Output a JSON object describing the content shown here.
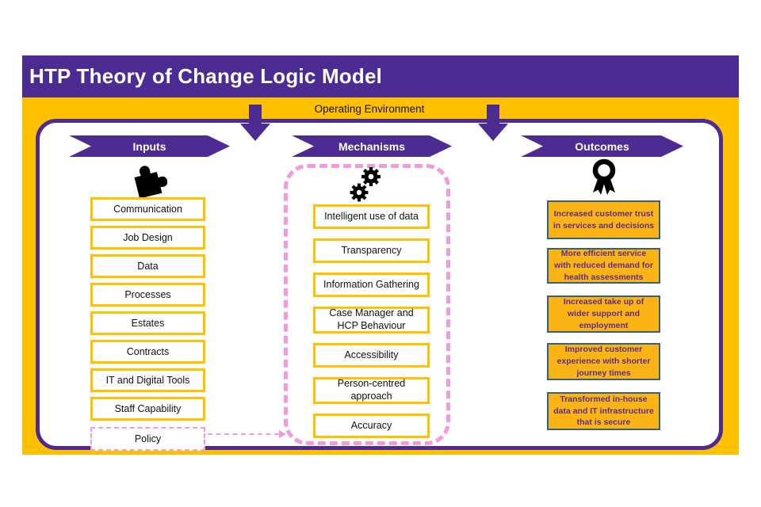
{
  "title": "HTP Theory of Change Logic Model",
  "operating_environment_label": "Operating Environment",
  "colors": {
    "purple": "#4C2C92",
    "gold": "#FFC000",
    "outcome_fill": "#FBB414",
    "outcome_border": "#33617F",
    "outcome_text": "#5C2D91",
    "pink_dashed": "#F29BDB",
    "box_text": "#111111",
    "title_text": "#FFFFFF"
  },
  "columns": [
    {
      "id": "inputs",
      "header": "Inputs",
      "icon": "puzzle-icon",
      "items": [
        {
          "label": "Communication"
        },
        {
          "label": "Job Design"
        },
        {
          "label": "Data"
        },
        {
          "label": "Processes"
        },
        {
          "label": "Estates"
        },
        {
          "label": "Contracts"
        },
        {
          "label": "IT and Digital Tools"
        },
        {
          "label": "Staff Capability"
        },
        {
          "label": "Policy",
          "style": "pink-dashed"
        }
      ]
    },
    {
      "id": "mechanisms",
      "header": "Mechanisms",
      "icon": "gears-icon",
      "items": [
        {
          "label": "Intelligent use of data"
        },
        {
          "label": "Transparency"
        },
        {
          "label": "Information Gathering"
        },
        {
          "label": "Case Manager and HCP Behaviour"
        },
        {
          "label": "Accessibility"
        },
        {
          "label": "Person-centred approach"
        },
        {
          "label": "Accuracy"
        }
      ]
    },
    {
      "id": "outcomes",
      "header": "Outcomes",
      "icon": "award-icon",
      "items": [
        {
          "label": "Increased customer trust in services and decisions"
        },
        {
          "label": "More efficient service with reduced demand for health assessments"
        },
        {
          "label": "Increased take up of wider support and employment"
        },
        {
          "label": "Improved customer experience with shorter journey times"
        },
        {
          "label": "Transformed in-house data and IT infrastructure that is secure"
        }
      ]
    }
  ]
}
